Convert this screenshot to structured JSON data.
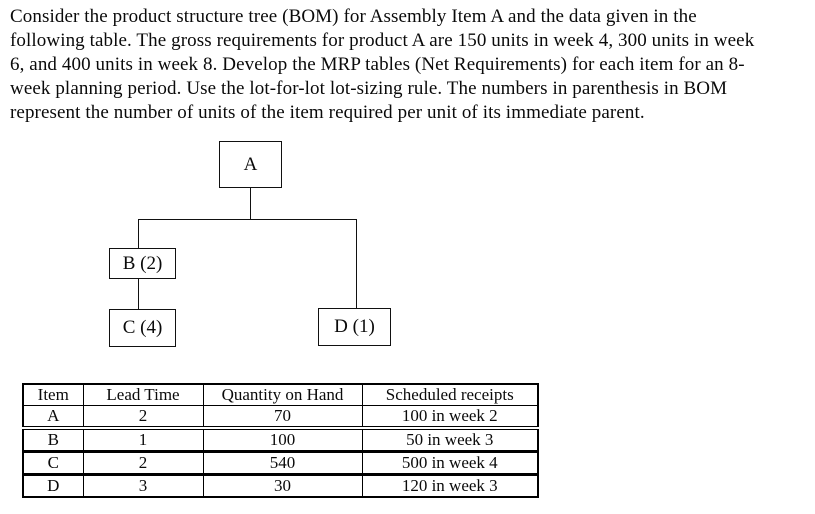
{
  "page": {
    "background_color": "#ffffff",
    "text_color": "#0a0a0a"
  },
  "paragraph": {
    "lines": [
      "Consider the product structure tree (BOM) for Assembly Item A and the data given in the",
      "following table. The gross requirements for product A are 150 units in week 4, 300 units in week",
      "6, and 400 units in week 8. Develop the MRP tables (Net Requirements) for each item for an 8-",
      "week planning period. Use the lot-for-lot lot-sizing rule. The numbers in parenthesis in BOM",
      "represent the number of units of the item required per unit of its immediate parent."
    ]
  },
  "bom_tree": {
    "nodes": {
      "a": {
        "label": "A"
      },
      "b": {
        "label": "B (2)"
      },
      "c": {
        "label": "C (4)"
      },
      "d": {
        "label": "D (1)"
      }
    }
  },
  "table": {
    "headers": [
      "Item",
      "Lead Time",
      "Quantity on Hand",
      "Scheduled receipts"
    ],
    "rows": [
      [
        "A",
        "2",
        "70",
        "100 in week 2"
      ],
      [
        "B",
        "1",
        "100",
        "50 in week 3"
      ],
      [
        "C",
        "2",
        "540",
        "500 in week 4"
      ],
      [
        "D",
        "3",
        "30",
        "120 in week 3"
      ]
    ]
  }
}
